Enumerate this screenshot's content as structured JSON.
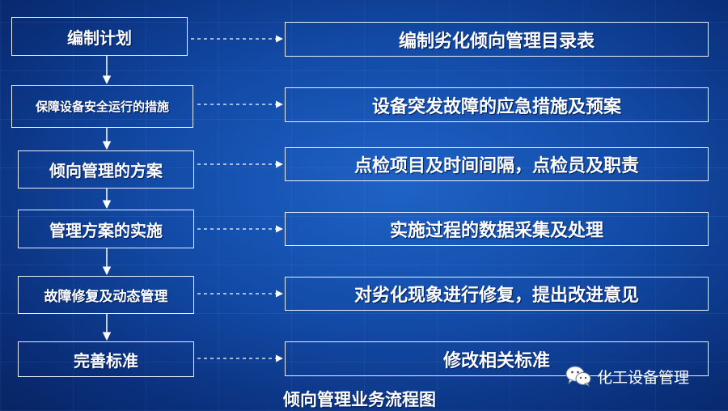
{
  "steps": [
    {
      "label": "编制计划",
      "result": "编制劣化倾向管理目录表"
    },
    {
      "label": "保障设备安全运行的措施",
      "result": "设备突发故障的应急措施及预案"
    },
    {
      "label": "倾向管理的方案",
      "result": "点检项目及时间间隔，点检员及职责"
    },
    {
      "label": "管理方案的实施",
      "result": "实施过程的数据采集及处理"
    },
    {
      "label": "故障修复及动态管理",
      "result": "对劣化现象进行修复，提出改进意见"
    },
    {
      "label": "完善标准",
      "result": "修改相关标准"
    }
  ],
  "caption": "倾向管理业务流程图",
  "watermark": {
    "text": "化工设备管理",
    "icon": "wechat-icon"
  },
  "colors": {
    "background": "#124aa6",
    "border": "#e8f0ff",
    "text": "#ffffff"
  }
}
